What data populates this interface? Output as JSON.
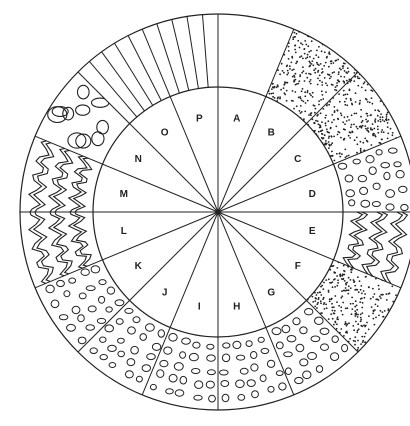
{
  "diagram": {
    "labels": [
      "A",
      "B",
      "C",
      "D",
      "E",
      "F",
      "G",
      "H",
      "I",
      "J",
      "K",
      "L",
      "M",
      "N",
      "O",
      "P"
    ],
    "line_color": "#222222",
    "background": "#ffffff",
    "outer_patterns": [
      "blank",
      "fine-stipple",
      "fine-stipple",
      "coarse-circles",
      "wavy-blobs",
      "fine-stipple",
      "coarse-circles",
      "coarse-circles",
      "coarse-circles",
      "coarse-circles",
      "coarse-circles",
      "wavy-blobs",
      "wavy-blobs",
      "reticulate",
      "ridged",
      "ridged"
    ]
  }
}
